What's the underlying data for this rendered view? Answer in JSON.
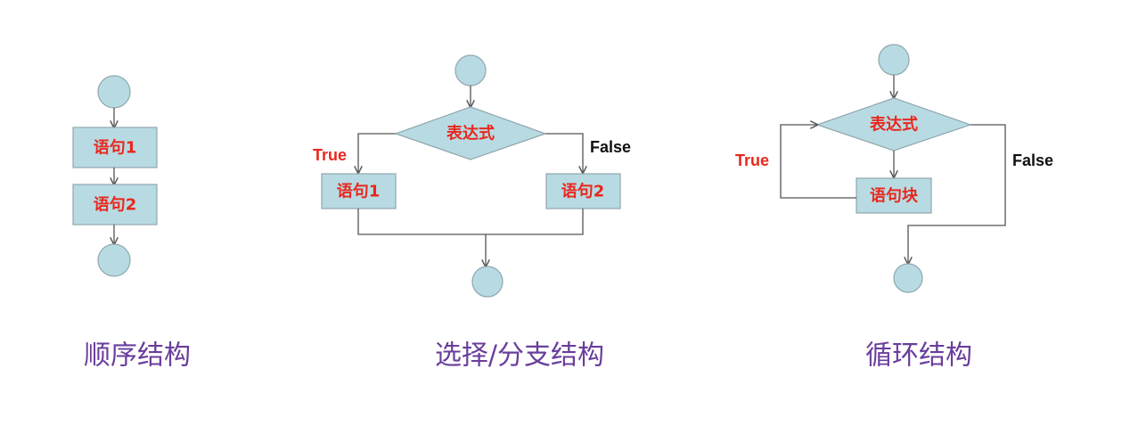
{
  "sequence": {
    "statement1": "语句1",
    "statement2": "语句2",
    "caption": "顺序结构"
  },
  "selection": {
    "expression": "表达式",
    "true_label": "True",
    "false_label": "False",
    "statement1": "语句1",
    "statement2": "语句2",
    "caption": "选择/分支结构"
  },
  "loop": {
    "expression": "表达式",
    "true_label": "True",
    "false_label": "False",
    "block": "语句块",
    "caption": "循环结构"
  }
}
